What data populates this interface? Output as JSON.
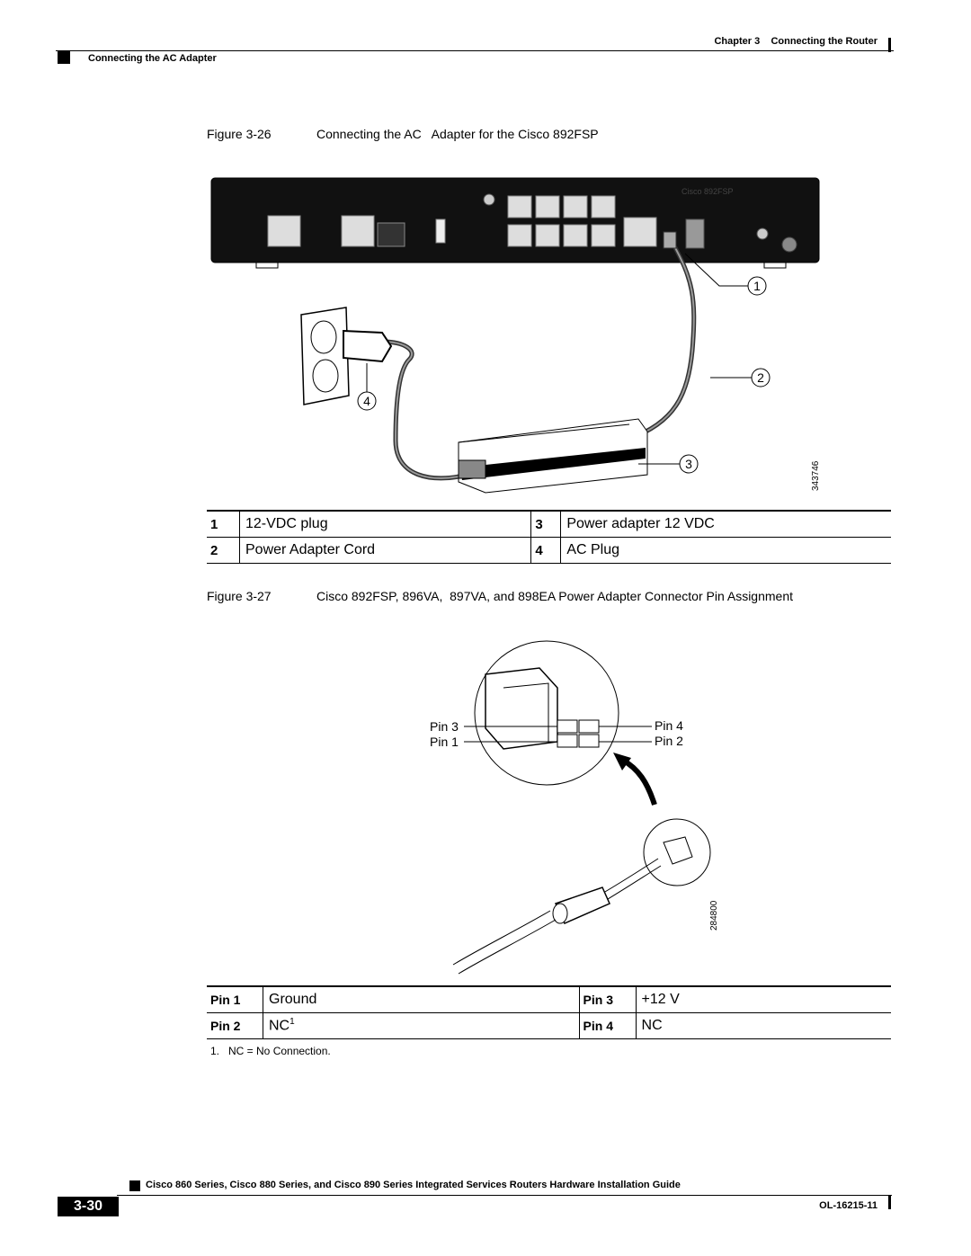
{
  "header": {
    "chapter": "Chapter 3",
    "chapter_title": "Connecting the Router",
    "section": "Connecting the AC Adapter"
  },
  "figure1": {
    "label": "Figure 3-26",
    "caption": "Connecting the AC   Adapter for the Cisco 892FSP",
    "device_label": "Cisco 892FSP",
    "art_id": "343746",
    "callouts": [
      "1",
      "2",
      "3",
      "4"
    ]
  },
  "legend": [
    {
      "num1": "1",
      "text1": "12-VDC plug",
      "num2": "3",
      "text2": "Power adapter 12 VDC"
    },
    {
      "num1": "2",
      "text1": "Power Adapter Cord",
      "num2": "4",
      "text2": "AC Plug"
    }
  ],
  "figure2": {
    "label": "Figure 3-27",
    "caption": "Cisco 892FSP, 896VA,  897VA, and 898EA Power Adapter Connector Pin Assignment",
    "art_id": "284800",
    "pin_labels": {
      "pin3": "Pin 3",
      "pin1": "Pin 1",
      "pin4": "Pin 4",
      "pin2": "Pin 2"
    }
  },
  "pins": [
    {
      "pinA": "Pin 1",
      "valA": "Ground",
      "pinB": "Pin 3",
      "valB": "+12 V"
    },
    {
      "pinA": "Pin 2",
      "valA": "NC",
      "supA": "1",
      "pinB": "Pin 4",
      "valB": "NC"
    }
  ],
  "footnote": "1.   NC = No Connection.",
  "footer": {
    "title": "Cisco 860 Series, Cisco 880 Series, and Cisco 890 Series Integrated Services Routers Hardware Installation Guide",
    "page": "3-30",
    "doc_number": "OL-16215-11"
  }
}
